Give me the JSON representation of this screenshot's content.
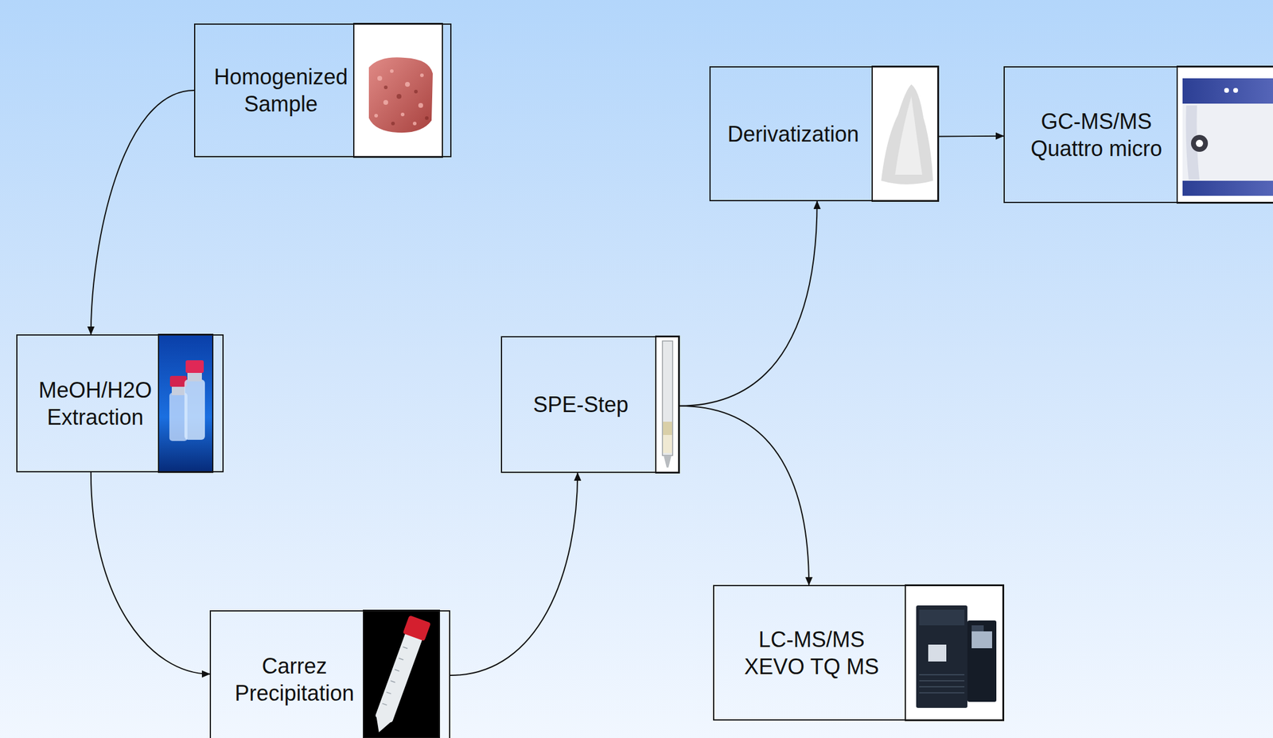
{
  "diagram": {
    "nodes": [
      {
        "text": [
          "Homogenized Sample"
        ]
      },
      {
        "text": [
          "MeOH/H2O Extraction"
        ]
      },
      {
        "text": [
          "Carrez Precipitation"
        ]
      },
      {
        "text": [
          "SPE-Step"
        ]
      },
      {
        "text": [
          "Derivatization"
        ]
      },
      {
        "text": [
          "GC-MS/MS Quattro micro"
        ]
      },
      {
        "text": [
          "LC-MS/MS XEVO TQ MS"
        ]
      }
    ],
    "edges": [
      {
        "from": 0,
        "to": 1,
        "arrow": "to"
      },
      {
        "from": 1,
        "to": 2,
        "arrow": "to"
      },
      {
        "from": 2,
        "to": 3,
        "arrow": "to"
      },
      {
        "from": 3,
        "to": 4,
        "arrow": "to"
      },
      {
        "from": 3,
        "to": 6,
        "arrow": "to"
      },
      {
        "from": 4,
        "to": 5,
        "arrow": "to"
      }
    ]
  }
}
